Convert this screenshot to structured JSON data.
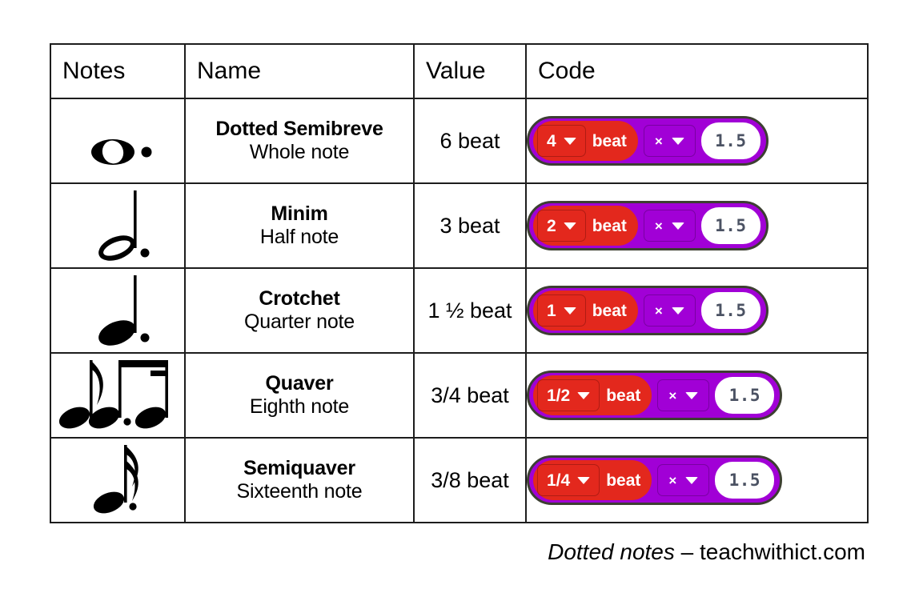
{
  "table": {
    "headers": [
      "Notes",
      "Name",
      "Value",
      "Code"
    ],
    "rows": [
      {
        "note_icon": "dotted-whole-note",
        "name_primary": "Dotted Semibreve",
        "name_secondary": "Whole note",
        "value": "6 beat",
        "code": {
          "number": "4",
          "unit_label": "beat",
          "operator": "×",
          "multiplier": "1.5"
        }
      },
      {
        "note_icon": "dotted-half-note",
        "name_primary": "Minim",
        "name_secondary": "Half note",
        "value": "3 beat",
        "code": {
          "number": "2",
          "unit_label": "beat",
          "operator": "×",
          "multiplier": "1.5"
        }
      },
      {
        "note_icon": "dotted-quarter-note",
        "name_primary": "Crotchet",
        "name_secondary": "Quarter note",
        "value": "1 ½ beat",
        "code": {
          "number": "1",
          "unit_label": "beat",
          "operator": "×",
          "multiplier": "1.5"
        }
      },
      {
        "note_icon": "dotted-eighth-note-and-beamed-pair",
        "name_primary": "Quaver",
        "name_secondary": "Eighth note",
        "value": "3/4 beat",
        "code": {
          "number": "1/2",
          "unit_label": "beat",
          "operator": "×",
          "multiplier": "1.5"
        }
      },
      {
        "note_icon": "dotted-sixteenth-note",
        "name_primary": "Semiquaver",
        "name_secondary": "Sixteenth note",
        "value": "3/8 beat",
        "code": {
          "number": "1/4",
          "unit_label": "beat",
          "operator": "×",
          "multiplier": "1.5"
        }
      }
    ]
  },
  "caption": {
    "italic_part": "Dotted notes",
    "rest_part": " – teachwithict.com"
  },
  "colors": {
    "block_purple": "#A100D6",
    "block_red": "#E3281D",
    "block_outline": "#3d3f32",
    "number_text": "#4b5263",
    "table_border": "#1d1d1d",
    "background": "#FFFFFF"
  }
}
